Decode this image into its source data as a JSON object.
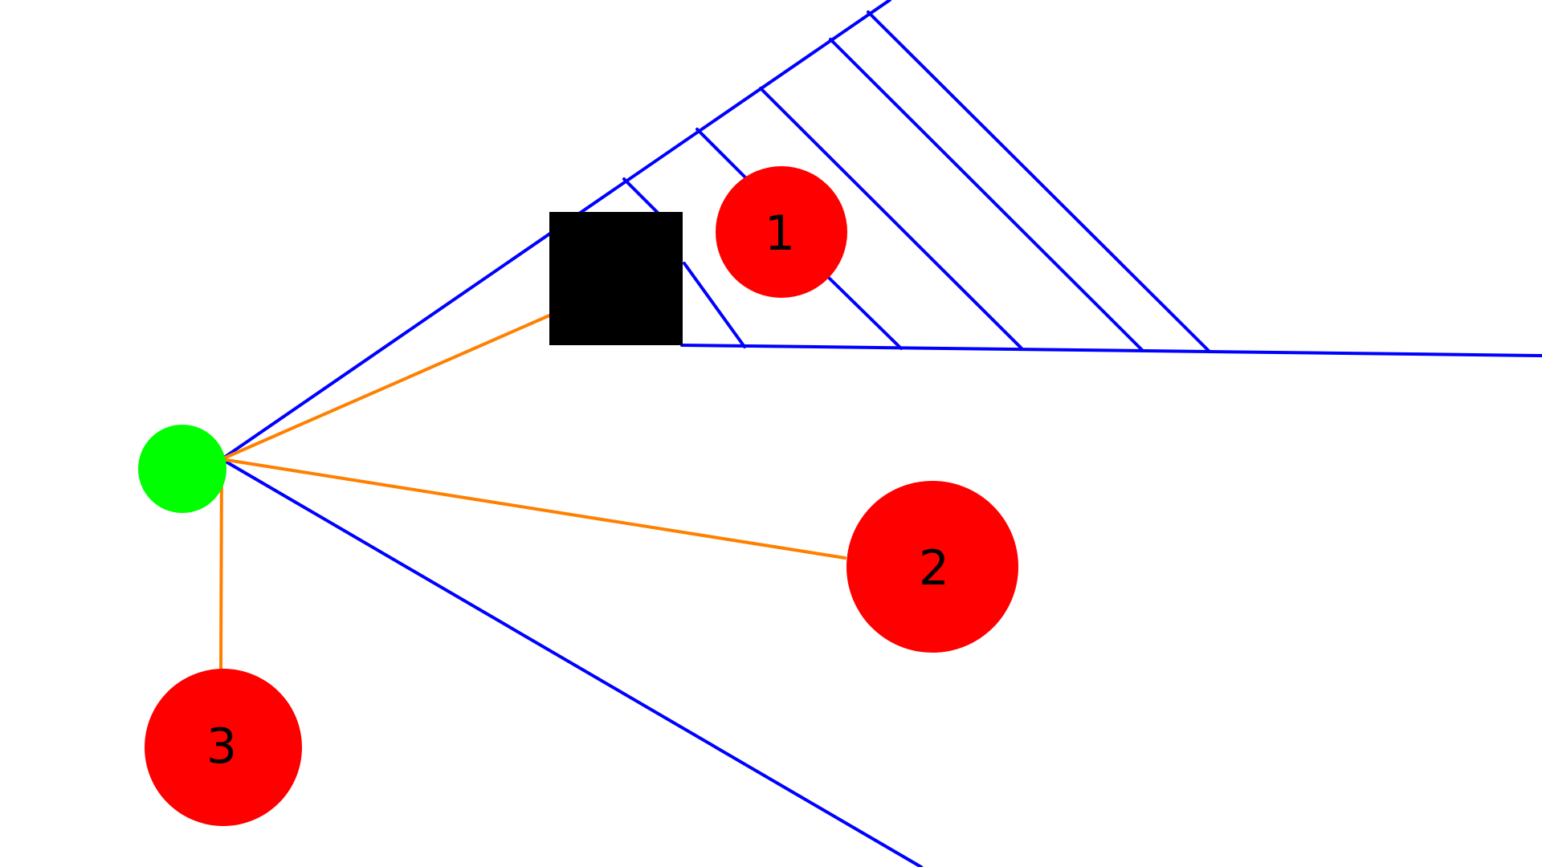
{
  "colors": {
    "background": "#ffffff",
    "visibility_boundary": "#0000ff",
    "sight_line": "#ff8000",
    "observer": "#00ff00",
    "target": "#ff0000",
    "obstacle": "#000000",
    "label_text": "#000000"
  },
  "observer": {
    "icon": "green-circle"
  },
  "obstacle": {
    "icon": "black-square"
  },
  "targets": [
    {
      "label": "1",
      "sight_line_drawn": false,
      "inside_hatched_shadow": true
    },
    {
      "label": "2",
      "sight_line_drawn": true,
      "inside_hatched_shadow": false
    },
    {
      "label": "3",
      "sight_line_drawn": true,
      "inside_hatched_shadow": false
    }
  ],
  "hatched_shadow_region": {
    "pattern": "diagonal-hatch"
  }
}
